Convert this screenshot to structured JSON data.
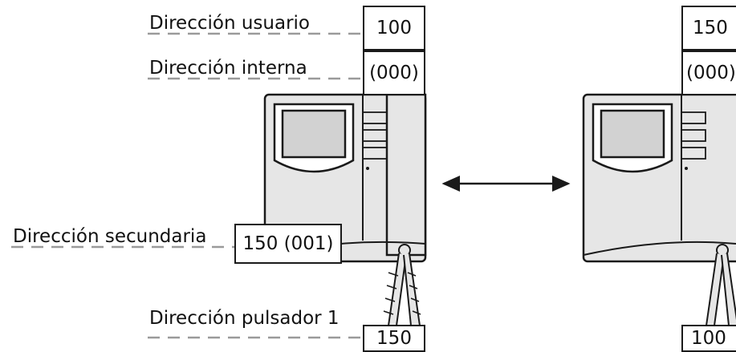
{
  "labels": {
    "user_address": "Dirección usuario",
    "internal_address": "Dirección interna",
    "secondary_address": "Dirección secundaria",
    "button_address": "Dirección pulsador 1"
  },
  "left_monitor": {
    "user_address_value": "100",
    "internal_address_value": "(000)",
    "secondary_address_value": "150 (001)",
    "button_address_value": "150"
  },
  "right_monitor": {
    "user_address_value": "150",
    "internal_address_value": "(000)",
    "button_address_value": "100"
  },
  "colors": {
    "line": "#1a1a1a",
    "monitor_body": "#e6e6e6",
    "dash": "#9a9a9a"
  }
}
